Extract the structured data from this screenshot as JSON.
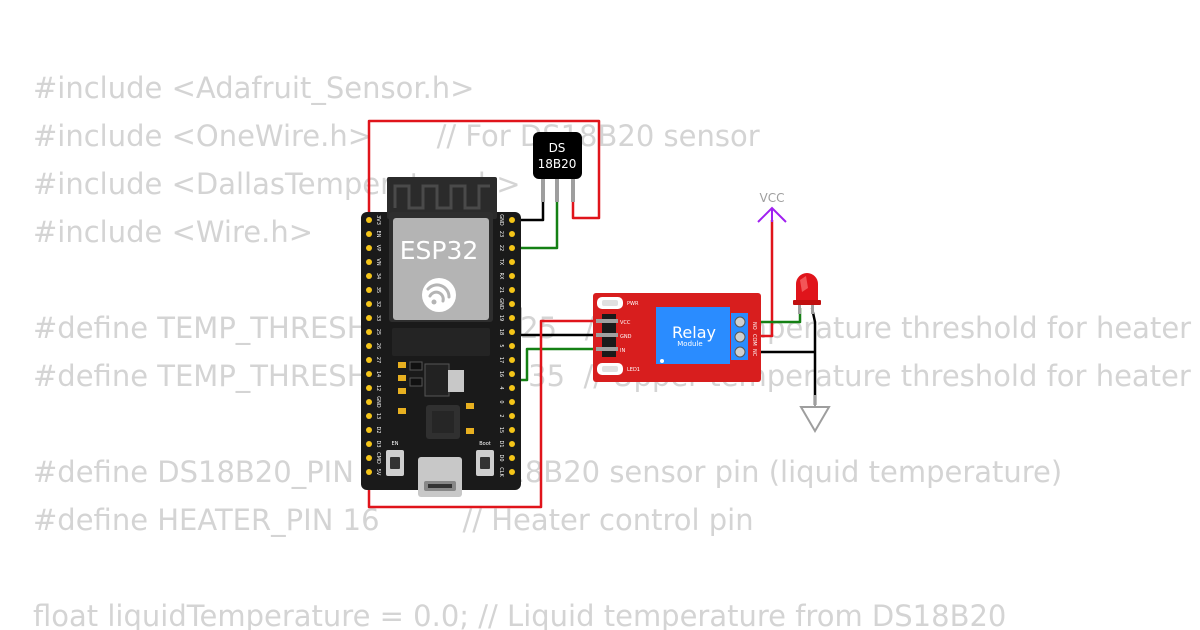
{
  "code_lines": [
    "#include <Adafruit_Sensor.h>",
    "#include <OneWire.h>       // For DS18B20 sensor",
    "#include <DallasTemperature.h>",
    "#include <Wire.h>",
    "",
    "#define TEMP_THRESHOLD_LOW 25   // Lower temperature threshold for heater",
    "#define TEMP_THRESHOLD_HIGH 35  // Upper temperature threshold for heater",
    "",
    "#define DS18B20_PIN 4      // DS18B20 sensor pin (liquid temperature)",
    "#define HEATER_PIN 16         // Heater control pin",
    "",
    "float liquidTemperature = 0.0; // Liquid temperature from DS18B20"
  ],
  "esp32": {
    "label": "ESP32",
    "left_pins": [
      "3V3",
      "EN",
      "VP",
      "VN",
      "34",
      "35",
      "32",
      "33",
      "25",
      "26",
      "27",
      "14",
      "12",
      "GND",
      "13",
      "D2",
      "D3",
      "CMD",
      "5V"
    ],
    "right_pins": [
      "GND",
      "23",
      "22",
      "TX",
      "RX",
      "21",
      "GND",
      "19",
      "18",
      "5",
      "17",
      "16",
      "4",
      "0",
      "2",
      "15",
      "D1",
      "D0",
      "CLK"
    ],
    "en_button_label": "EN",
    "boot_button_label": "Boot"
  },
  "sensor": {
    "line1": "DS",
    "line2": "18B20"
  },
  "relay": {
    "title": "Relay",
    "subtitle": "Module",
    "pwr_label": "PWR",
    "led_label": "LED1",
    "input_pins": [
      "VCC",
      "GND",
      "IN"
    ],
    "output_pins": [
      "NO",
      "COM",
      "NC"
    ]
  },
  "vcc_label": "VCC",
  "colors": {
    "wire_red": "#e0141b",
    "wire_green": "#148014",
    "wire_black": "#000000",
    "relay_board": "#d81e1e",
    "relay_coil": "#2a8cff",
    "esp_board": "#1a1a1a",
    "code_text": "#d4d4d4"
  }
}
